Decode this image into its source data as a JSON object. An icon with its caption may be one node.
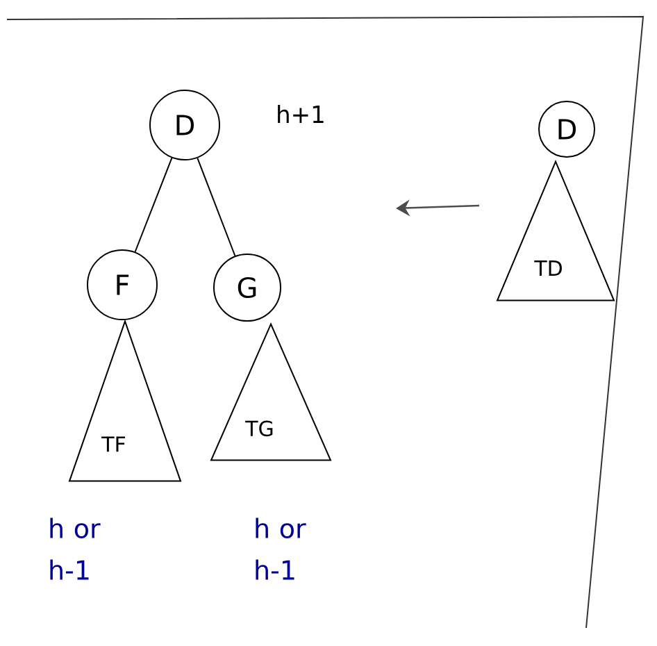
{
  "diagram": {
    "nodes": [
      {
        "text": [
          "D"
        ],
        "beside": [
          "h+1"
        ]
      },
      {
        "text": [
          "F"
        ]
      },
      {
        "text": [
          "G"
        ]
      },
      {
        "text": [
          "TF"
        ],
        "beside": [
          "h or h-1"
        ]
      },
      {
        "text": [
          "TG"
        ],
        "beside": [
          "h or h-1"
        ]
      },
      {
        "text": [
          "D"
        ]
      },
      {
        "text": [
          "TD"
        ]
      }
    ],
    "edges": [
      {
        "from": 0,
        "to": 1,
        "arrow": "none"
      },
      {
        "from": 0,
        "to": 2,
        "arrow": "none"
      }
    ]
  }
}
